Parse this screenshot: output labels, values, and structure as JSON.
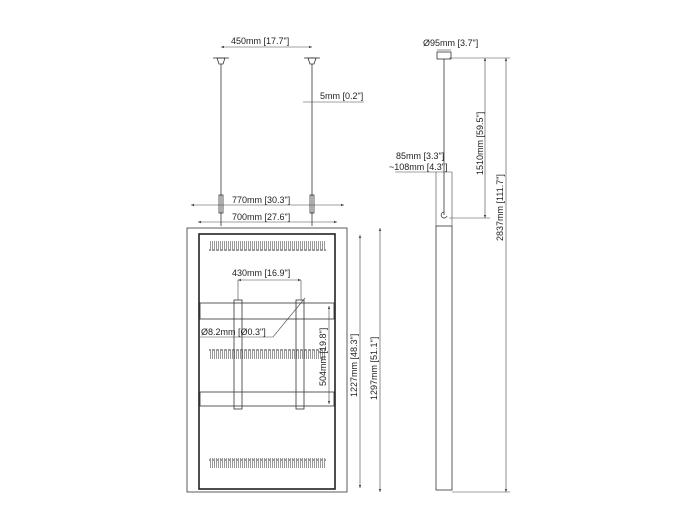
{
  "front_view": {
    "ceiling_spacing": "450mm [17.7\"]",
    "cable_diameter": "5mm [0.2\"]",
    "outer_width": "770mm [30.3\"]",
    "inner_width": "700mm [27.6\"]",
    "vesa_horizontal": "430mm [16.9\"]",
    "hole_diameter": "Ø8.2mm [Ø0.3\"]",
    "vesa_vertical": "504mm [19.8\"]",
    "inner_height": "1227mm [48.3\"]",
    "outer_height": "1297mm [51.1\"]"
  },
  "side_view": {
    "ceiling_plate_diameter": "Ø95mm [3.7\"]",
    "depth_min": "85mm [3.3\"]",
    "depth_max": "~108mm [4.3\"]",
    "cable_length": "1510mm [59.5\"]",
    "total_height": "2837mm [111.7\"]"
  }
}
